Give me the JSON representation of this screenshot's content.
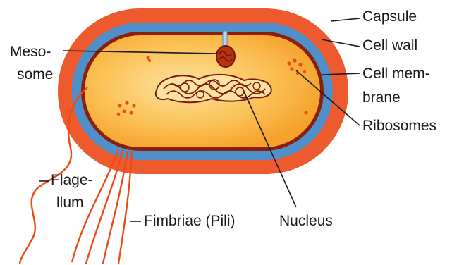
{
  "labels": {
    "capsule": "Capsule",
    "cell_wall": "Cell wall",
    "cell_membrane_1": "Cell mem-",
    "cell_membrane_2": "brane",
    "ribosomes": "Ribosomes",
    "mesosome_1": "Meso-",
    "mesosome_2": "some",
    "flagellum_1": "Flage-",
    "flagellum_2": "llum",
    "fimbriae": "Fimbriae (Pili)",
    "nucleus": "Nucleus"
  },
  "colors": {
    "capsule": "#ec5a2e",
    "cell_wall": "#4f8fca",
    "membrane": "#8a1f0e",
    "cytoplasm": "#f9b83c",
    "cytoplasm_light": "#fde2a0",
    "structures": "#ee4a12",
    "nucleoid": "#7a1a0c",
    "text": "#1a1a1a"
  }
}
